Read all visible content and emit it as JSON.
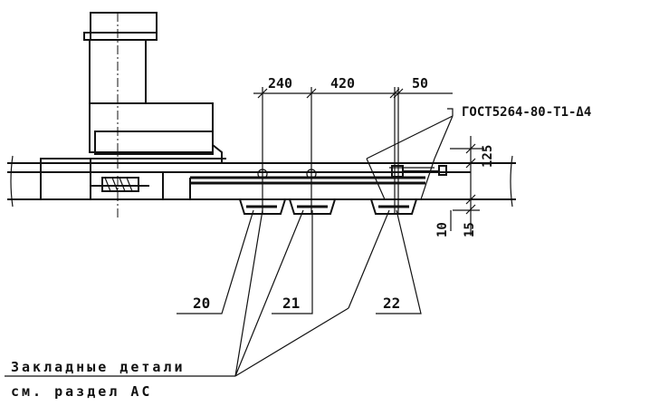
{
  "drawing": {
    "dimensions": {
      "d240": "240",
      "d420": "420",
      "d50": "50",
      "d125": "125",
      "d10": "10",
      "d15": "15"
    },
    "standard_ref": "ГОСТ5264-80-Т1-Δ4",
    "callouts": {
      "c20": "20",
      "c21": "21",
      "c22": "22"
    },
    "note": {
      "line1": "Закладные детали",
      "line2": "см. раздел АС"
    }
  }
}
